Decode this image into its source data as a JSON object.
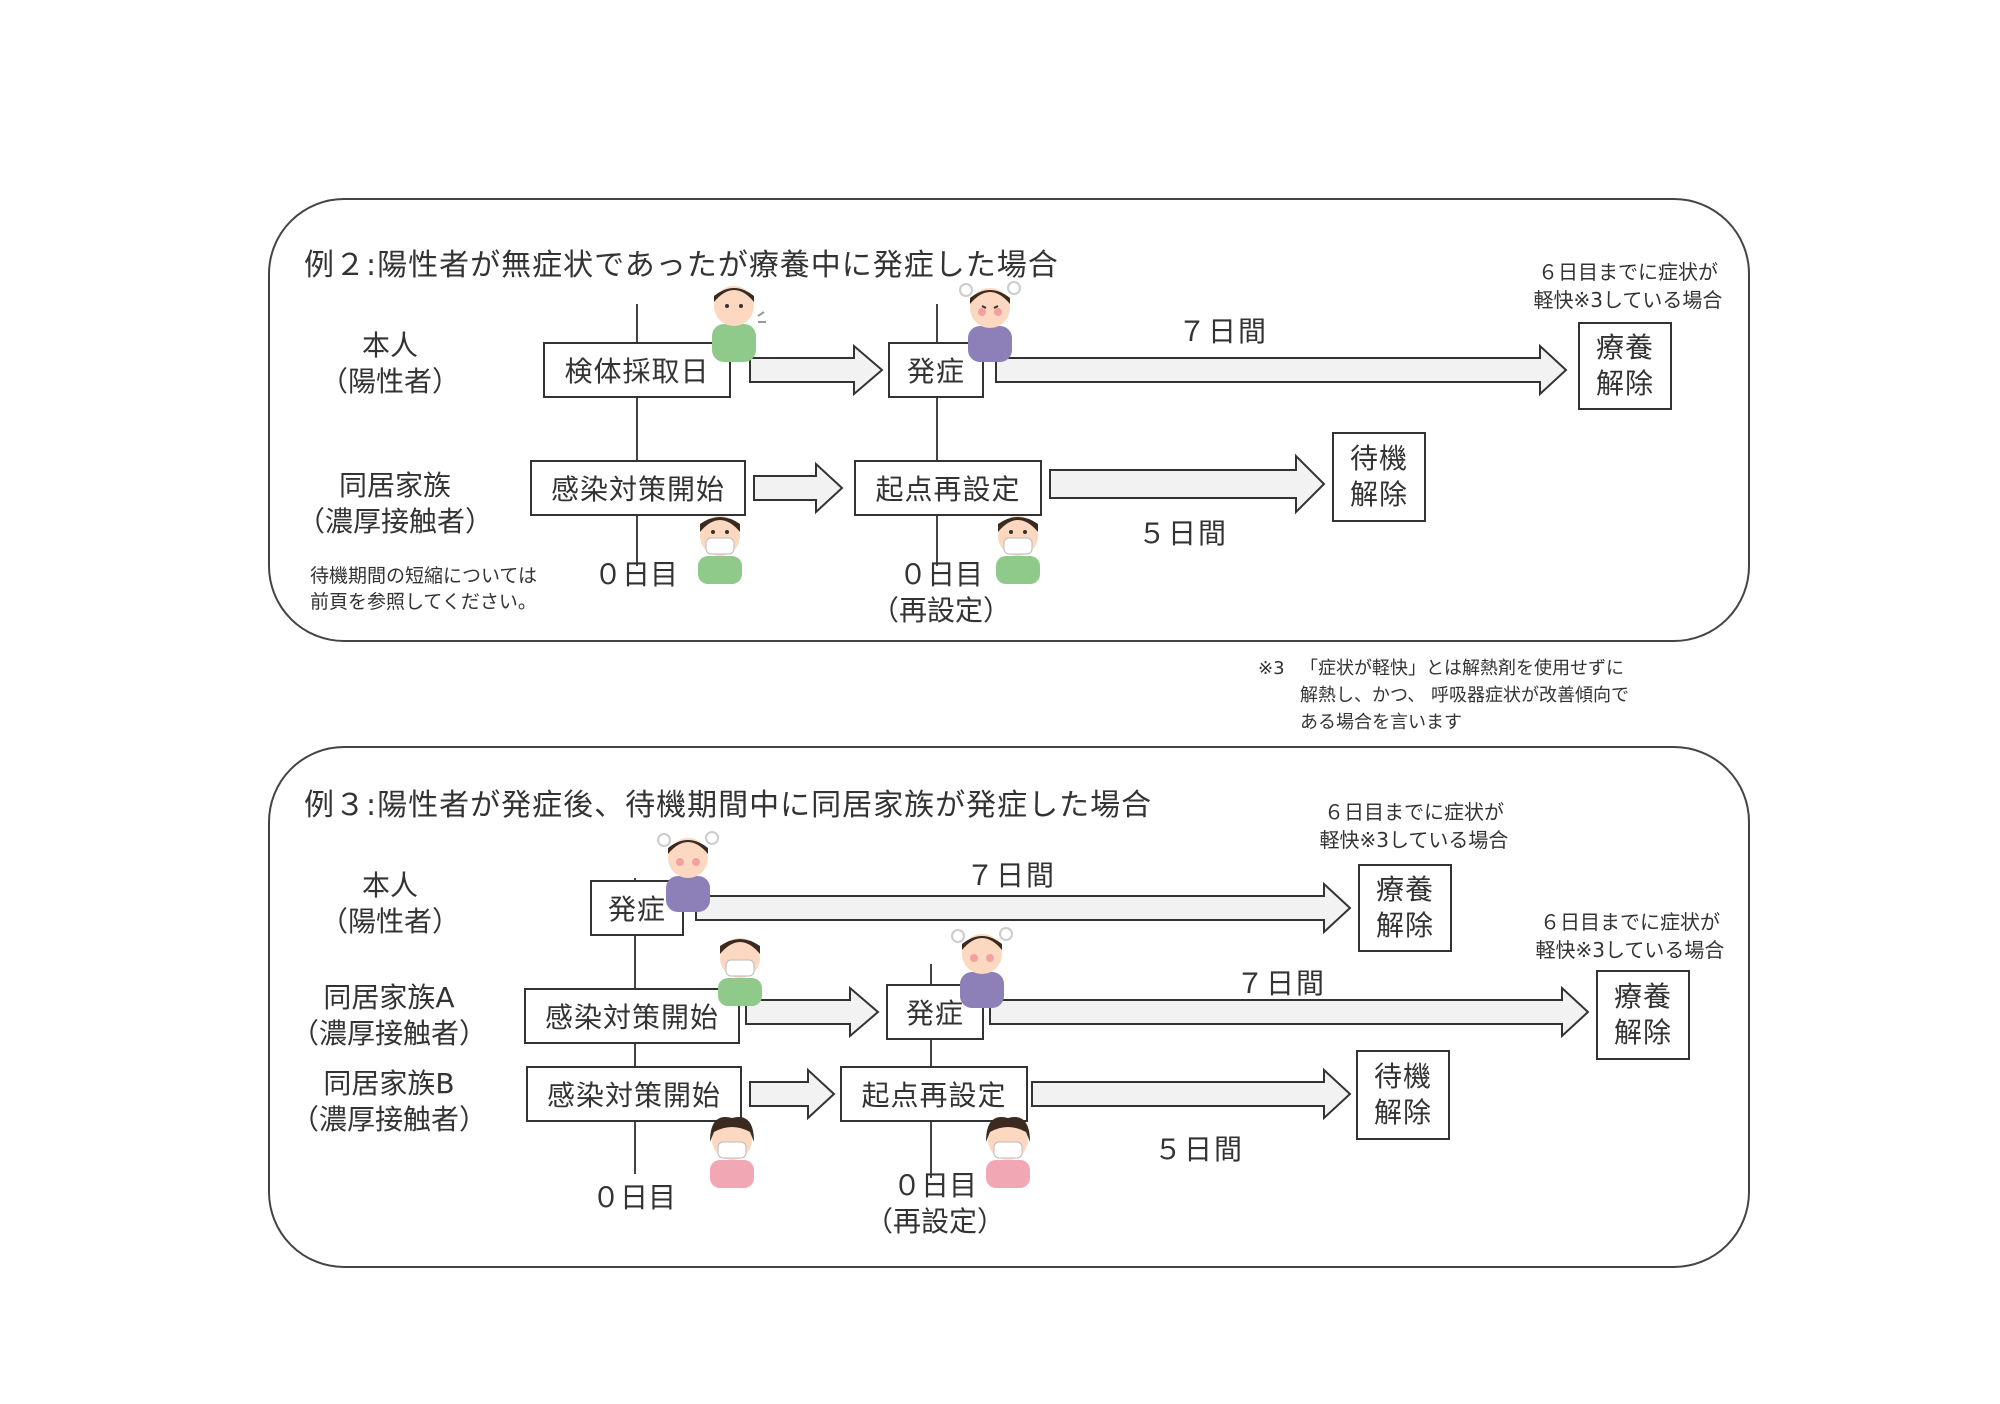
{
  "example2": {
    "title": "例２:陽性者が無症状であったが療養中に発症した場合",
    "row_self": "本人\n（陽性者）",
    "row_family": "同居家族\n（濃厚接触者）",
    "box_test": "検体採取日",
    "box_onset": "発症",
    "box_release_treatment": "療養\n解除",
    "box_start_measures": "感染対策開始",
    "box_reset": "起点再設定",
    "box_release_wait": "待機\n解除",
    "dur_7": "７日間",
    "dur_5": "５日間",
    "condition": "６日目までに症状が\n軽快※3している場合",
    "day0": "０日目",
    "day0_reset": "０日目\n（再設定）",
    "note": "待機期間の短縮については\n前頁を参照してください。"
  },
  "footnote": {
    "mark": "※3",
    "text": "「症状が軽快」とは解熱剤を使用せずに\n解熱し、かつ、 呼吸器症状が改善傾向で\nある場合を言います"
  },
  "example3": {
    "title": "例３:陽性者が発症後、待機期間中に同居家族が発症した場合",
    "row_self": "本人\n（陽性者）",
    "row_family_a": "同居家族A\n（濃厚接触者）",
    "row_family_b": "同居家族B\n（濃厚接触者）",
    "box_onset_self": "発症",
    "box_release_self": "療養\n解除",
    "box_start_a": "感染対策開始",
    "box_onset_a": "発症",
    "box_release_a": "療養\n解除",
    "box_start_b": "感染対策開始",
    "box_reset_b": "起点再設定",
    "box_release_b": "待機\n解除",
    "dur_7_self": "７日間",
    "dur_7_a": "７日間",
    "dur_5_b": "５日間",
    "condition_self": "６日目までに症状が\n軽快※3している場合",
    "condition_a": "６日目までに症状が\n軽快※3している場合",
    "day0": "０日目",
    "day0_reset": "０日目\n（再設定）"
  },
  "colors": {
    "arrow_fill": "#f2f2f2",
    "arrow_stroke": "#333333",
    "skin": "#fbd8bf",
    "hair": "#3b2a20",
    "shirt_green": "#8fca8a",
    "shirt_purple": "#8d80b8",
    "shirt_pink": "#f1a7b4",
    "mask": "#ffffff"
  },
  "icons": [
    "person-icon",
    "sick-person-icon",
    "masked-person-icon"
  ]
}
